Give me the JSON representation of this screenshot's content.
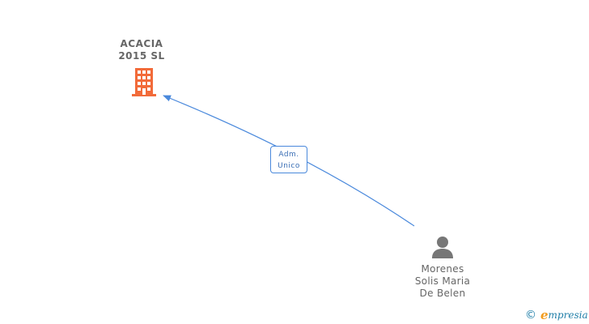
{
  "company": {
    "name_line1": "ACACIA",
    "name_line2": "2015 SL",
    "icon": "building-icon",
    "color": "#f26b3a"
  },
  "relation": {
    "label_line1": "Adm.",
    "label_line2": "Unico",
    "color": "#4a89dc"
  },
  "person": {
    "name_line1": "Morenes",
    "name_line2": "Solis Maria",
    "name_line3": "De Belen",
    "icon": "person-icon",
    "color": "#777777"
  },
  "brand": {
    "copyright": "©",
    "initial": "e",
    "rest": "mpresia",
    "colors": {
      "primary": "#1f7ea8",
      "accent": "#f29c1f"
    }
  }
}
